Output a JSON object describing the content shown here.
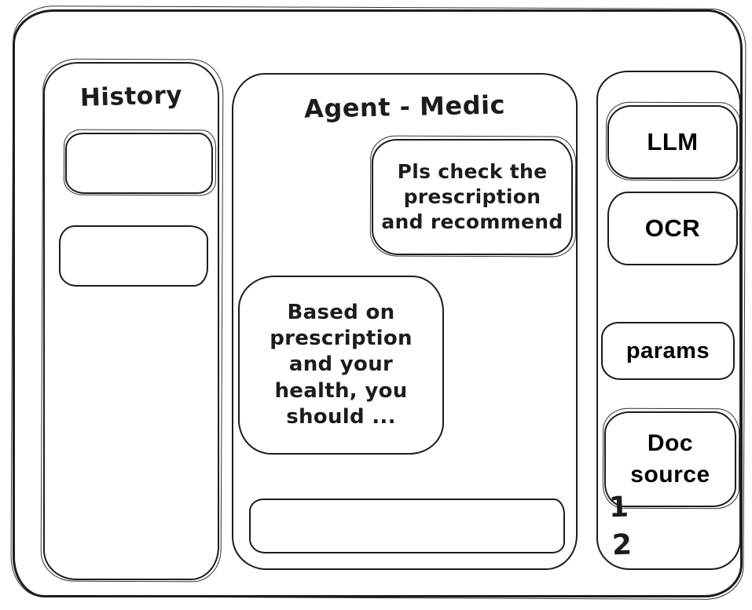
{
  "app": {
    "ink_color": "#1c1c1c",
    "bg_color": "#ffffff"
  },
  "history": {
    "title": "History"
  },
  "chat": {
    "title": "Agent - Medic",
    "user_message": "Pls check the prescription and recommend",
    "assistant_message": "Based on prescription and your health, you should ...",
    "input_value": ""
  },
  "tools": {
    "llm_label": "LLM",
    "ocr_label": "OCR",
    "params_label": "params",
    "doc_source_label": "Doc source",
    "doc_list": [
      "1",
      "2"
    ]
  }
}
